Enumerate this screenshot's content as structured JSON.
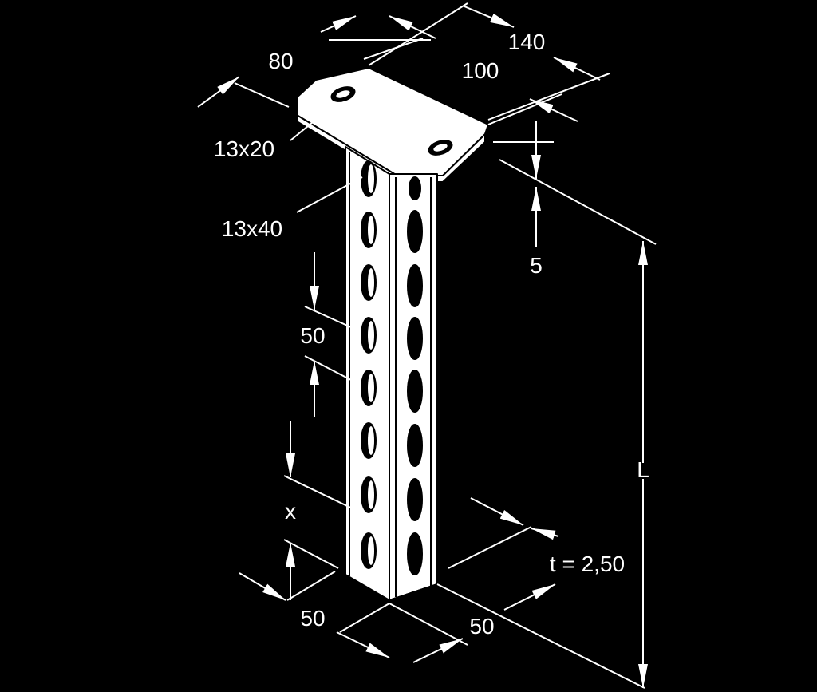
{
  "diagram": {
    "type": "technical-drawing",
    "subject": "ceiling bracket profile with perforated U-channel and top plate",
    "colors": {
      "background": "#000000",
      "line": "#ffffff",
      "part_fill": "#ffffff",
      "part_line": "#000000"
    },
    "dimensions": {
      "plate_depth": "80",
      "plate_length": "140",
      "hole_spacing": "100",
      "plate_hole": "13x20",
      "profile_slot": "13x40",
      "plate_thickness": "5",
      "slot_pitch": "50",
      "first_slot_offset": "x",
      "length": "L",
      "wall_thickness": "t = 2,50",
      "profile_width_left": "50",
      "profile_width_right": "50"
    }
  }
}
